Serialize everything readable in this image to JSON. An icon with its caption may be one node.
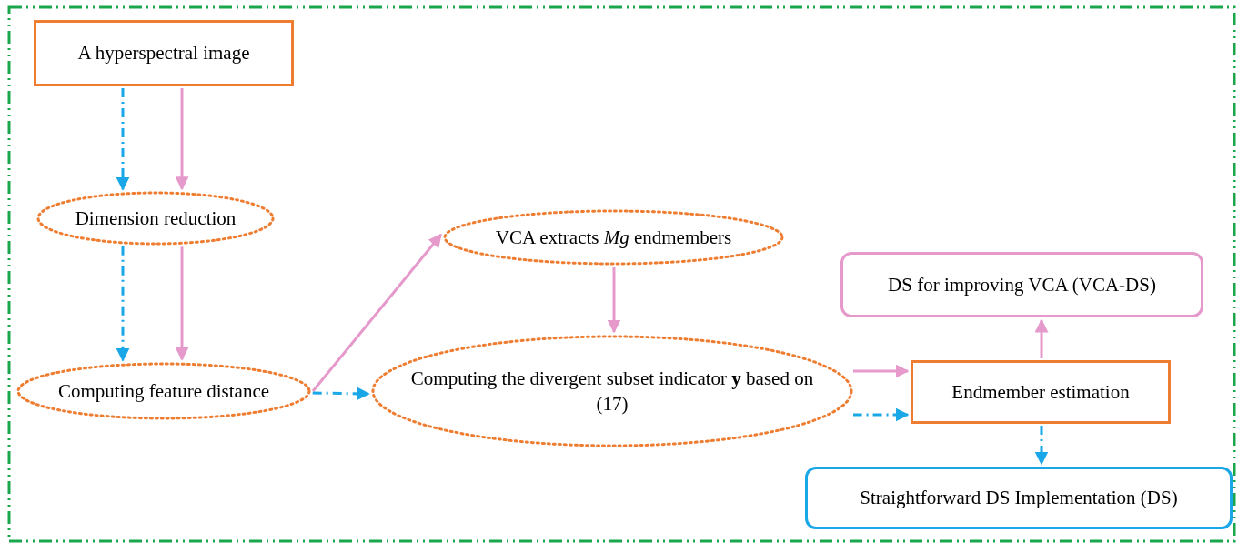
{
  "diagram": {
    "nodes": [
      {
        "text": [
          "A hyperspectral image"
        ]
      },
      {
        "text": [
          "Dimension reduction"
        ]
      },
      {
        "text": [
          "Computing feature distance"
        ]
      },
      {
        "text": [
          "VCA extracts *Mg* endmembers"
        ]
      },
      {
        "text": [
          "Computing the divergent subset indicator **y** based on (17)"
        ]
      },
      {
        "text": [
          "DS for improving VCA (VCA-DS)"
        ]
      },
      {
        "text": [
          "Endmember estimation"
        ]
      },
      {
        "text": [
          "Straightforward DS Implementation (DS)"
        ]
      }
    ],
    "edges": [
      {
        "from": 0,
        "to": 1,
        "arrow": "to",
        "style": "dashed",
        "color": "#1aa7e8"
      },
      {
        "from": 0,
        "to": 1,
        "arrow": "to"
      },
      {
        "from": 1,
        "to": 2,
        "arrow": "to",
        "style": "dashed",
        "color": "#1aa7e8"
      },
      {
        "from": 1,
        "to": 2,
        "arrow": "to"
      },
      {
        "from": 2,
        "to": 3,
        "arrow": "to"
      },
      {
        "from": 2,
        "to": 4,
        "arrow": "to",
        "style": "dashed",
        "color": "#1aa7e8"
      },
      {
        "from": 3,
        "to": 4,
        "arrow": "to"
      },
      {
        "from": 4,
        "to": 6,
        "arrow": "to"
      },
      {
        "from": 4,
        "to": 6,
        "arrow": "to",
        "style": "dashed",
        "color": "#1aa7e8"
      },
      {
        "from": 6,
        "to": 5,
        "arrow": "to"
      },
      {
        "from": 6,
        "to": 7,
        "arrow": "to",
        "style": "dashed",
        "color": "#1aa7e8"
      }
    ]
  }
}
